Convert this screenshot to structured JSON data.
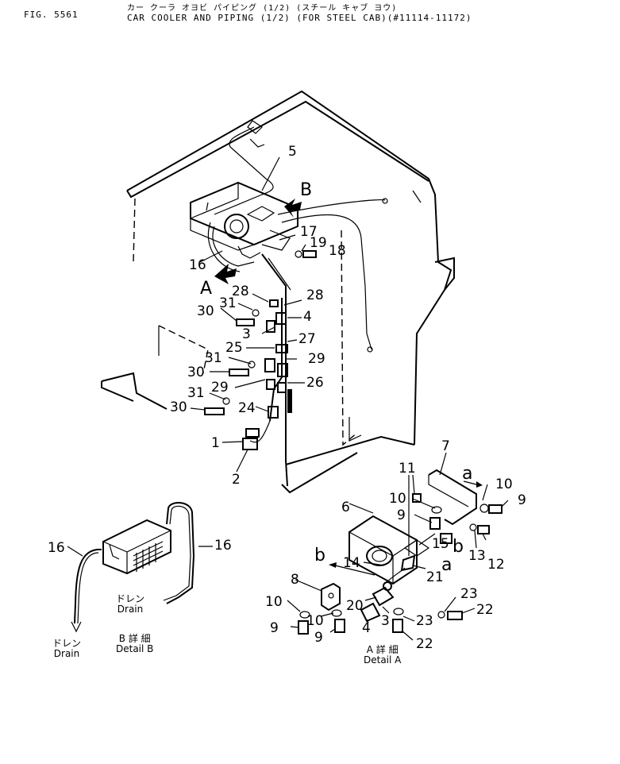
{
  "header": {
    "fig_number": "FIG. 5561",
    "japanese_title": "カー クーラ オヨビ パイピング (1/2) (スチール キャブ ヨウ)",
    "english_title": "CAR COOLER AND PIPING (1/2) (FOR STEEL CAB)(#11114-11172)"
  },
  "views": {
    "main": {
      "letter_a": "A",
      "letter_b": "B"
    },
    "detail_b": {
      "jp": "B 詳 細",
      "en": "Detail B",
      "drain_jp": "ドレン",
      "drain_en": "Drain"
    },
    "detail_a": {
      "jp": "A 詳 細",
      "en": "Detail A",
      "letter_a": "a",
      "letter_b": "b"
    }
  },
  "callouts": {
    "main": [
      "5",
      "17",
      "19",
      "18",
      "16",
      "28",
      "28",
      "31",
      "30",
      "4",
      "3",
      "25",
      "27",
      "31",
      "29",
      "30",
      "29",
      "26",
      "31",
      "24",
      "30",
      "1",
      "2"
    ],
    "detail_b": [
      "16",
      "16"
    ],
    "detail_a": [
      "7",
      "11",
      "10",
      "9",
      "10",
      "6",
      "9",
      "15",
      "13",
      "12",
      "14",
      "21",
      "8",
      "10",
      "20",
      "10",
      "3",
      "9",
      "9",
      "4",
      "23",
      "22",
      "23",
      "22"
    ]
  }
}
